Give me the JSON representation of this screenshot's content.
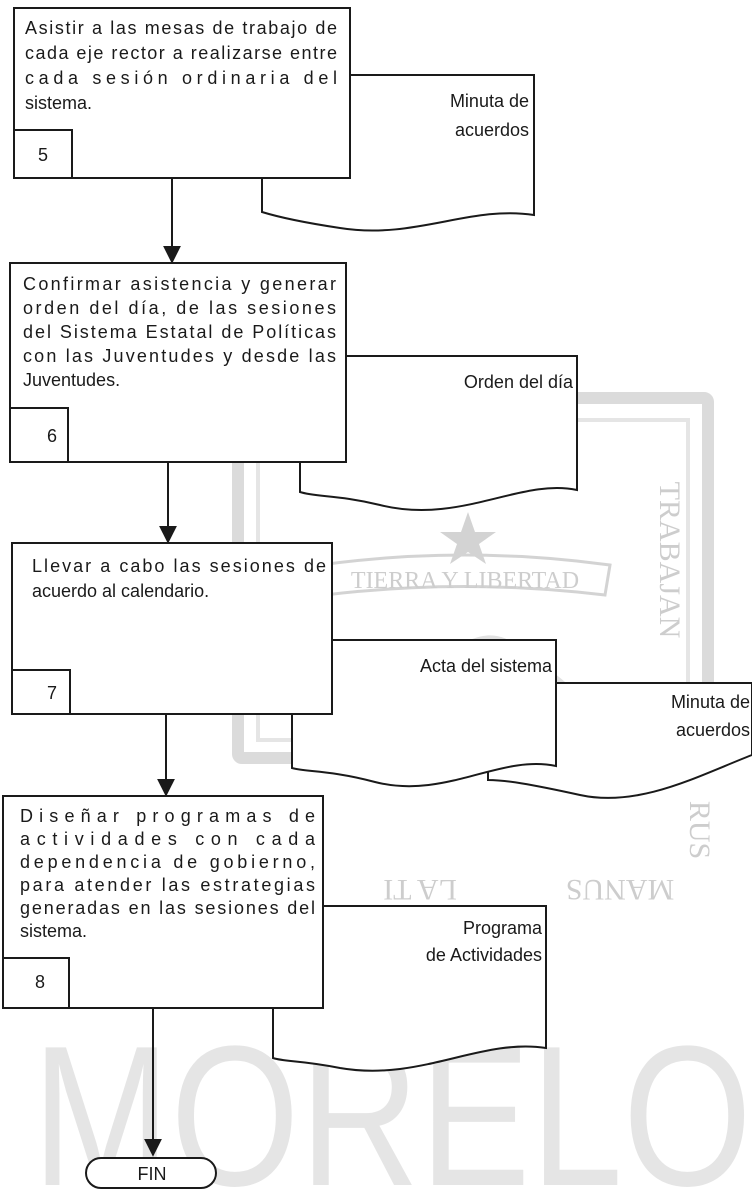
{
  "watermark": {
    "big_word": "MORELO",
    "motto": "TIERRA Y LIBERTAD",
    "seal_words": [
      "TRABAJAN",
      "MANUS",
      "LA TI",
      "RUS"
    ]
  },
  "steps": [
    {
      "number": "5",
      "lines": [
        "Asistir a las mesas de trabajo de",
        "cada eje rector a realizarse entre",
        "cada sesión ordinaria del",
        "sistema."
      ]
    },
    {
      "number": "6",
      "lines": [
        "Confirmar asistencia y generar",
        "orden del día, de las sesiones",
        "del Sistema Estatal de Políticas",
        "con las Juventudes y desde las",
        "Juventudes."
      ]
    },
    {
      "number": "7",
      "lines": [
        "Llevar a cabo las sesiones de",
        "acuerdo al calendario."
      ]
    },
    {
      "number": "8",
      "lines": [
        "Diseñar programas de",
        "actividades con cada",
        "dependencia de gobierno,",
        "para atender las estrategias",
        "generadas en las sesiones del",
        "sistema."
      ]
    }
  ],
  "documents": [
    {
      "lines": [
        "Minuta de",
        "acuerdos"
      ]
    },
    {
      "lines": [
        "Orden del día"
      ]
    },
    {
      "lines": [
        "Acta del sistema"
      ]
    },
    {
      "lines": [
        "Minuta de",
        "acuerdos"
      ]
    },
    {
      "lines": [
        "Programa",
        "de Actividades"
      ]
    }
  ],
  "terminator": {
    "label": "FIN"
  }
}
